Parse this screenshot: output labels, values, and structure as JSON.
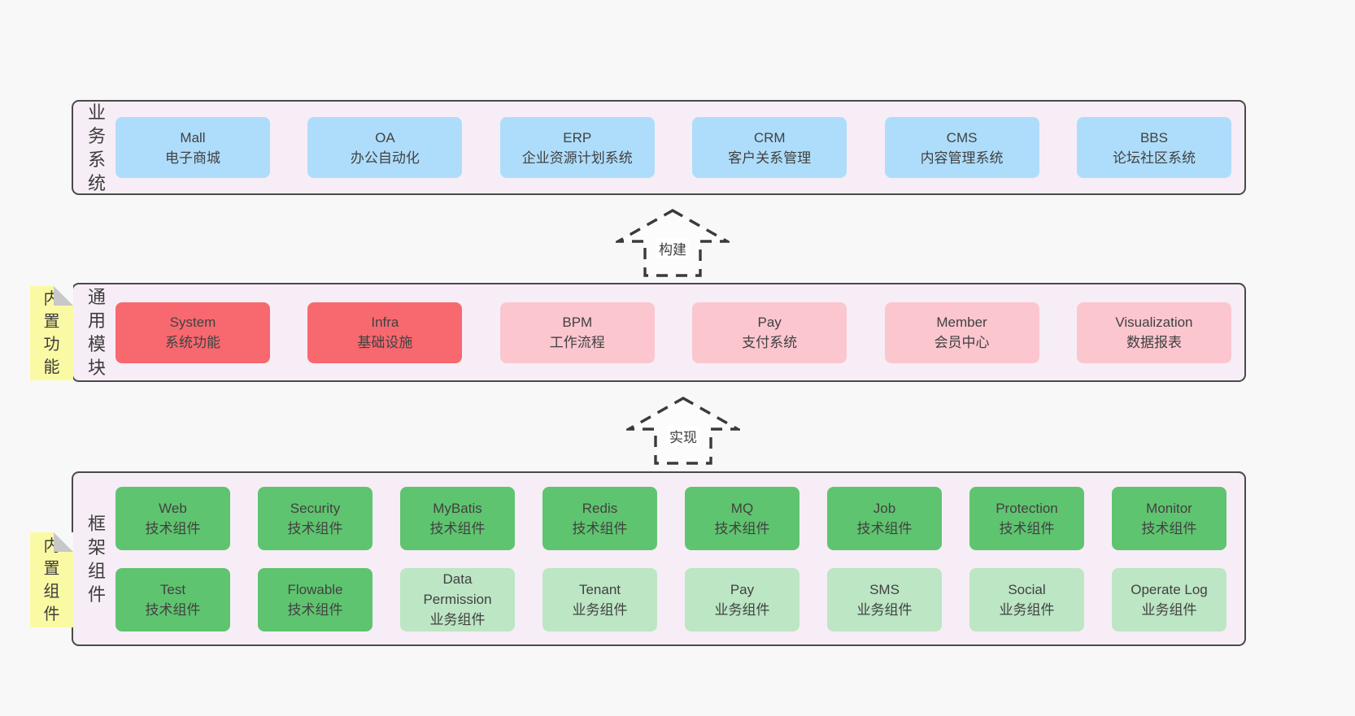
{
  "colors": {
    "page_bg": "#f8f8f8",
    "panel_bg": "#f7edf6",
    "panel_border": "#4a4a4a",
    "c_blue": "#aeddfb",
    "c_red": "#f7696f",
    "c_pink": "#fcc6cf",
    "c_green": "#5fc46f",
    "c_light_green": "#bce6c4",
    "tab_bg": "#fbfaa4",
    "tab_fold": "#c8c8c8",
    "text": "#414141"
  },
  "sections": {
    "business": {
      "side_label": "业务系统",
      "boxes": [
        {
          "title": "Mall",
          "subtitle": "电子商城",
          "variant": "blue"
        },
        {
          "title": "OA",
          "subtitle": "办公自动化",
          "variant": "blue"
        },
        {
          "title": "ERP",
          "subtitle": "企业资源计划系统",
          "variant": "blue"
        },
        {
          "title": "CRM",
          "subtitle": "客户关系管理",
          "variant": "blue"
        },
        {
          "title": "CMS",
          "subtitle": "内容管理系统",
          "variant": "blue"
        },
        {
          "title": "BBS",
          "subtitle": "论坛社区系统",
          "variant": "blue"
        }
      ]
    },
    "modules": {
      "side_label": "通用模块",
      "tab_label": "内置功能",
      "boxes": [
        {
          "title": "System",
          "subtitle": "系统功能",
          "variant": "red"
        },
        {
          "title": "Infra",
          "subtitle": "基础设施",
          "variant": "red"
        },
        {
          "title": "BPM",
          "subtitle": "工作流程",
          "variant": "pink"
        },
        {
          "title": "Pay",
          "subtitle": "支付系统",
          "variant": "pink"
        },
        {
          "title": "Member",
          "subtitle": "会员中心",
          "variant": "pink"
        },
        {
          "title": "Visualization",
          "subtitle": "数据报表",
          "variant": "pink"
        }
      ]
    },
    "framework": {
      "side_label": "框架组件",
      "tab_label": "内置组件",
      "rows": [
        [
          {
            "title": "Web",
            "subtitle": "技术组件",
            "variant": "green"
          },
          {
            "title": "Security",
            "subtitle": "技术组件",
            "variant": "green"
          },
          {
            "title": "MyBatis",
            "subtitle": "技术组件",
            "variant": "green"
          },
          {
            "title": "Redis",
            "subtitle": "技术组件",
            "variant": "green"
          },
          {
            "title": "MQ",
            "subtitle": "技术组件",
            "variant": "green"
          },
          {
            "title": "Job",
            "subtitle": "技术组件",
            "variant": "green"
          },
          {
            "title": "Protection",
            "subtitle": "技术组件",
            "variant": "green"
          },
          {
            "title": "Monitor",
            "subtitle": "技术组件",
            "variant": "green"
          }
        ],
        [
          {
            "title": "Test",
            "subtitle": "技术组件",
            "variant": "green"
          },
          {
            "title": "Flowable",
            "subtitle": "技术组件",
            "variant": "green"
          },
          {
            "title": "Data Permission",
            "subtitle": "业务组件",
            "variant": "light-green"
          },
          {
            "title": "Tenant",
            "subtitle": "业务组件",
            "variant": "light-green"
          },
          {
            "title": "Pay",
            "subtitle": "业务组件",
            "variant": "light-green"
          },
          {
            "title": "SMS",
            "subtitle": "业务组件",
            "variant": "light-green"
          },
          {
            "title": "Social",
            "subtitle": "业务组件",
            "variant": "light-green"
          },
          {
            "title": "Operate Log",
            "subtitle": "业务组件",
            "variant": "light-green"
          }
        ]
      ]
    }
  },
  "arrows": [
    {
      "label": "构建"
    },
    {
      "label": "实现"
    }
  ]
}
